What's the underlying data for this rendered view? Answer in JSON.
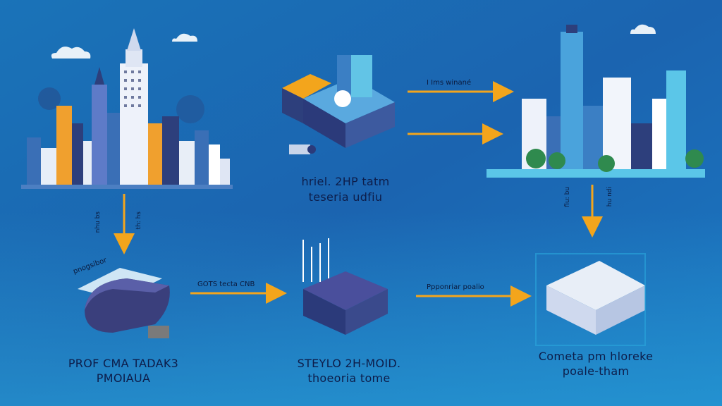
{
  "captions": {
    "top_center_line1": "hriel. 2HP tatm",
    "top_center_line2": "teseria udfiu",
    "bottom_left_line1": "PROF CMA TADAK3",
    "bottom_left_line2": "PMOIAUA",
    "bottom_center_line1": "STEYLO 2H-MOID.",
    "bottom_center_line2": "thoeoria tome",
    "bottom_right_line1": "Cometa pm hloreke",
    "bottom_right_line2": "poale-tham"
  },
  "arrow_labels": {
    "top_right_1": "I Ims winané",
    "middle_left": "GOTS tecta CNB",
    "middle_right": "Ppponriar poalio",
    "ship_label": "pnogsibor",
    "vert_left_1": "nhu bs",
    "vert_left_2": "th: hs",
    "vert_right_1": "fiu: bu",
    "vert_right_2": "hu ndi"
  },
  "colors": {
    "bg_top": "#1660a8",
    "bg_bottom": "#1e8ccc",
    "arrow": "#f3a51c",
    "navy": "#2b3a7a",
    "cyan": "#5bc6e8"
  }
}
